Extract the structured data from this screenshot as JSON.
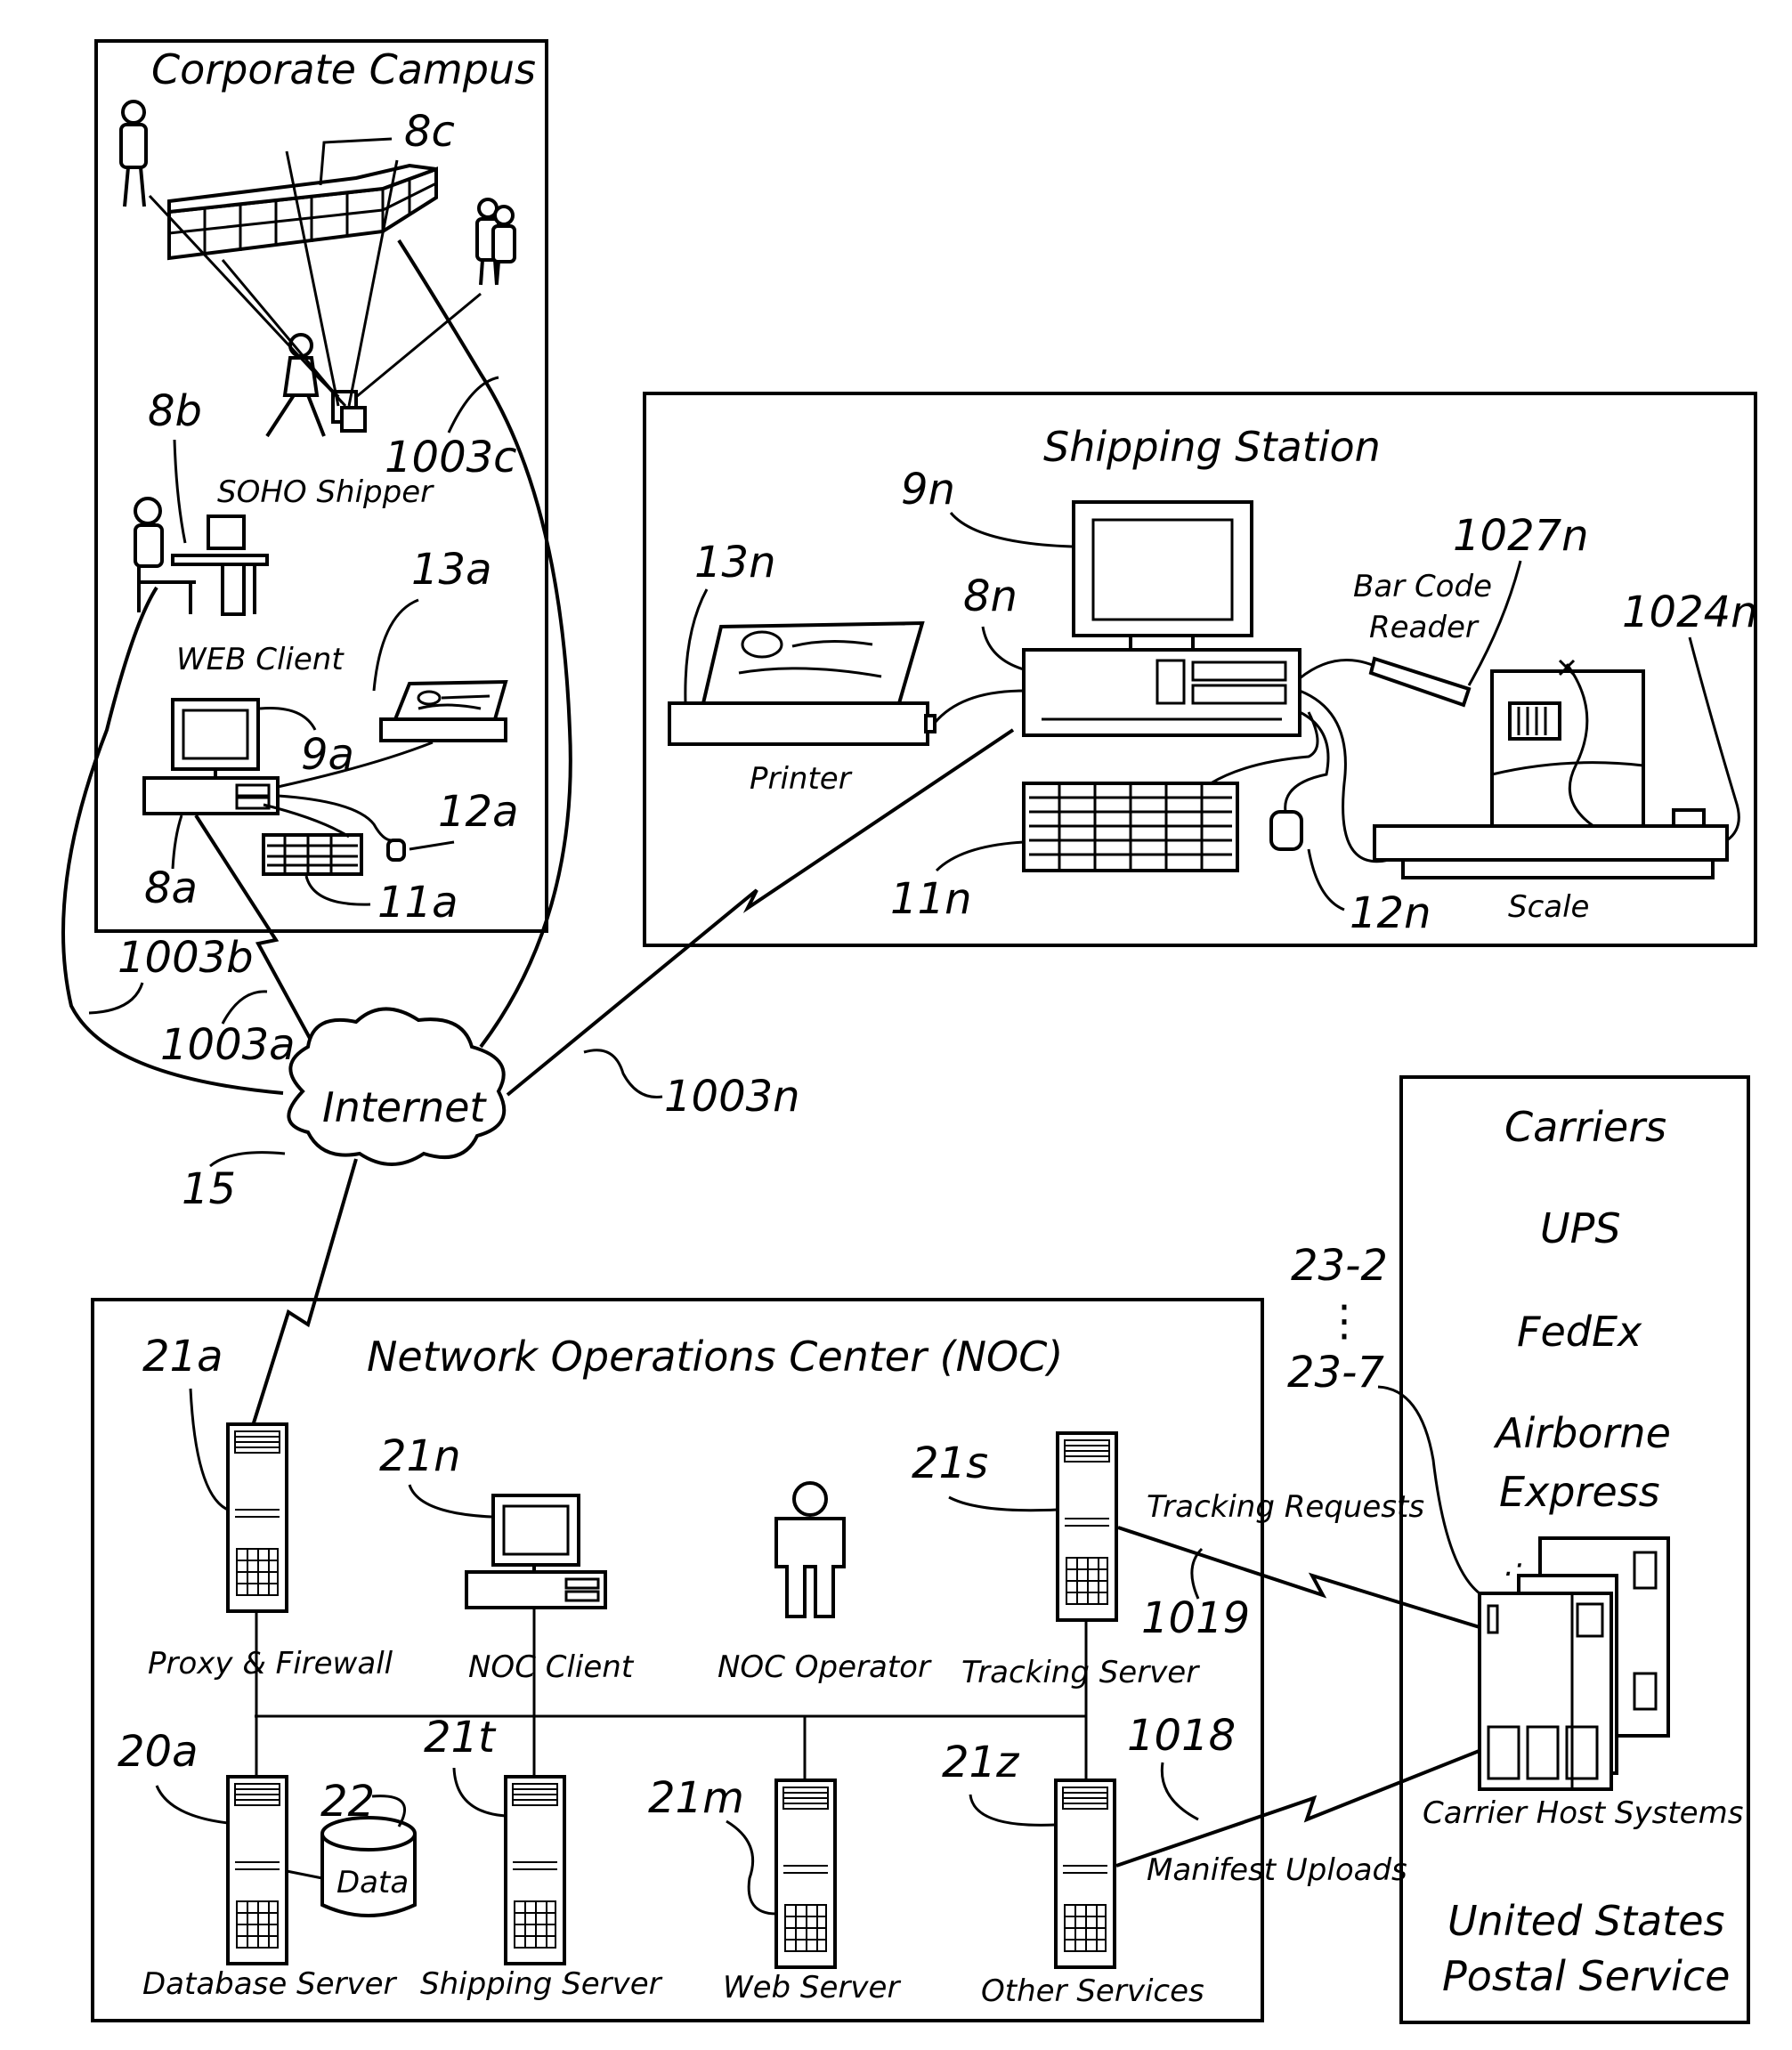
{
  "panels": {
    "corporate_campus": "Corporate Campus",
    "shipping_station": "Shipping Station",
    "noc": "Network Operations Center (NOC)",
    "carriers": "Carriers"
  },
  "carriers": {
    "ups": "UPS",
    "fedex": "FedEx",
    "airborne_1": "Airborne",
    "airborne_2": "Express",
    "usps_1": "United States",
    "usps_2": "Postal Service",
    "host_systems": "Carrier Host Systems",
    "ellipsis_top": "23-2",
    "ellipsis_dots": "⋮",
    "ellipsis_bottom": "23-7"
  },
  "campus": {
    "ref_8c": "8c",
    "ref_8b": "8b",
    "soho": "SOHO Shipper",
    "ref_1003c": "1003c",
    "ref_13a": "13a",
    "web_client": "WEB Client",
    "ref_9a": "9a",
    "ref_12a": "12a",
    "ref_8a": "8a",
    "ref_11a": "11a"
  },
  "links": {
    "ref_1003b": "1003b",
    "ref_1003a": "1003a",
    "ref_1003n": "1003n",
    "internet": "Internet",
    "ref_15": "15"
  },
  "station": {
    "ref_9n": "9n",
    "ref_13n": "13n",
    "ref_8n": "8n",
    "ref_1027n": "1027n",
    "barcode_1": "Bar Code",
    "barcode_2": "Reader",
    "ref_1024n": "1024n",
    "printer": "Printer",
    "ref_11n": "11n",
    "ref_12n": "12n",
    "scale": "Scale"
  },
  "noc": {
    "ref_21a": "21a",
    "ref_21n": "21n",
    "ref_21s": "21s",
    "tracking_requests": "Tracking Requests",
    "ref_1019": "1019",
    "proxy": "Proxy & Firewall",
    "noc_client": "NOC Client",
    "noc_operator": "NOC Operator",
    "tracking_server": "Tracking  Server",
    "ref_20a": "20a",
    "ref_21t": "21t",
    "ref_22": "22",
    "ref_21m": "21m",
    "ref_21z": "21z",
    "ref_1018": "1018",
    "data": "Data",
    "manifest_uploads": "Manifest Uploads",
    "database_server": "Database Server",
    "shipping_server": "Shipping Server",
    "web_server": "Web Server",
    "other_services": "Other Services"
  }
}
